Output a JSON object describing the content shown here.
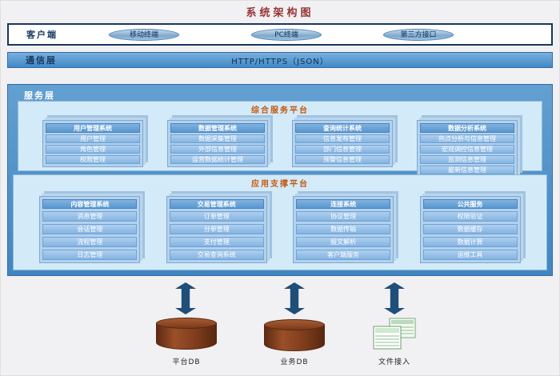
{
  "page": {
    "title": "系统架构图"
  },
  "client_layer": {
    "label": "客户端",
    "terminals": [
      "移动终端",
      "PC终端",
      "第三方接口"
    ]
  },
  "comm_layer": {
    "label": "通信层",
    "protocol": "HTTP/HTTPS（JSON）"
  },
  "service_layer": {
    "label": "服务层",
    "platforms": [
      {
        "title": "综合服务平台",
        "groups": [
          {
            "title": "用户管理系统",
            "items": [
              "用户管理",
              "角色管理",
              "权限管理"
            ]
          },
          {
            "title": "数据管理系统",
            "items": [
              "数据采集管理",
              "外部信息管理",
              "运营数据统计管理"
            ]
          },
          {
            "title": "查询统计系统",
            "items": [
              "信息发布管理",
              "部门信息管理",
              "预警信息管理"
            ]
          },
          {
            "title": "数据分析系统",
            "items": [
              "热点分析与信息管理",
              "宏观调控信息管理",
              "监测信息管理",
              "最新信息管理"
            ]
          }
        ]
      },
      {
        "title": "应用支撑平台",
        "groups": [
          {
            "title": "内容管理系统",
            "items": [
              "消息管理",
              "会话管理",
              "流程管理",
              "日志管理"
            ]
          },
          {
            "title": "交易管理系统",
            "items": [
              "订单管理",
              "分单管理",
              "支付管理",
              "交易查询系统"
            ]
          },
          {
            "title": "连接系统",
            "items": [
              "协议管理",
              "数据传输",
              "报文解析",
              "客户端服务"
            ]
          },
          {
            "title": "公共服务",
            "items": [
              "权限验证",
              "数据缓存",
              "数据计算",
              "运维工具"
            ]
          }
        ]
      }
    ]
  },
  "storage": {
    "items": [
      {
        "type": "database",
        "label": "平台DB"
      },
      {
        "type": "database",
        "label": "业务DB"
      },
      {
        "type": "files",
        "label": "文件接入"
      }
    ]
  },
  "colors": {
    "title_red": "#943634",
    "layer_label_navy": "#17375e",
    "comm_bar_blue": "#4189c7",
    "service_box_blue": "#4a90c8",
    "platform_bg_blue": "#d3eaf8",
    "platform_title_orange": "#c45911",
    "group_title_blue": "#5b97cf",
    "group_item_blue": "#8fbbe6",
    "arrow_navy": "#1f4e79",
    "database_brown": "#7c3a1c",
    "file_green": "#6aa06a"
  }
}
